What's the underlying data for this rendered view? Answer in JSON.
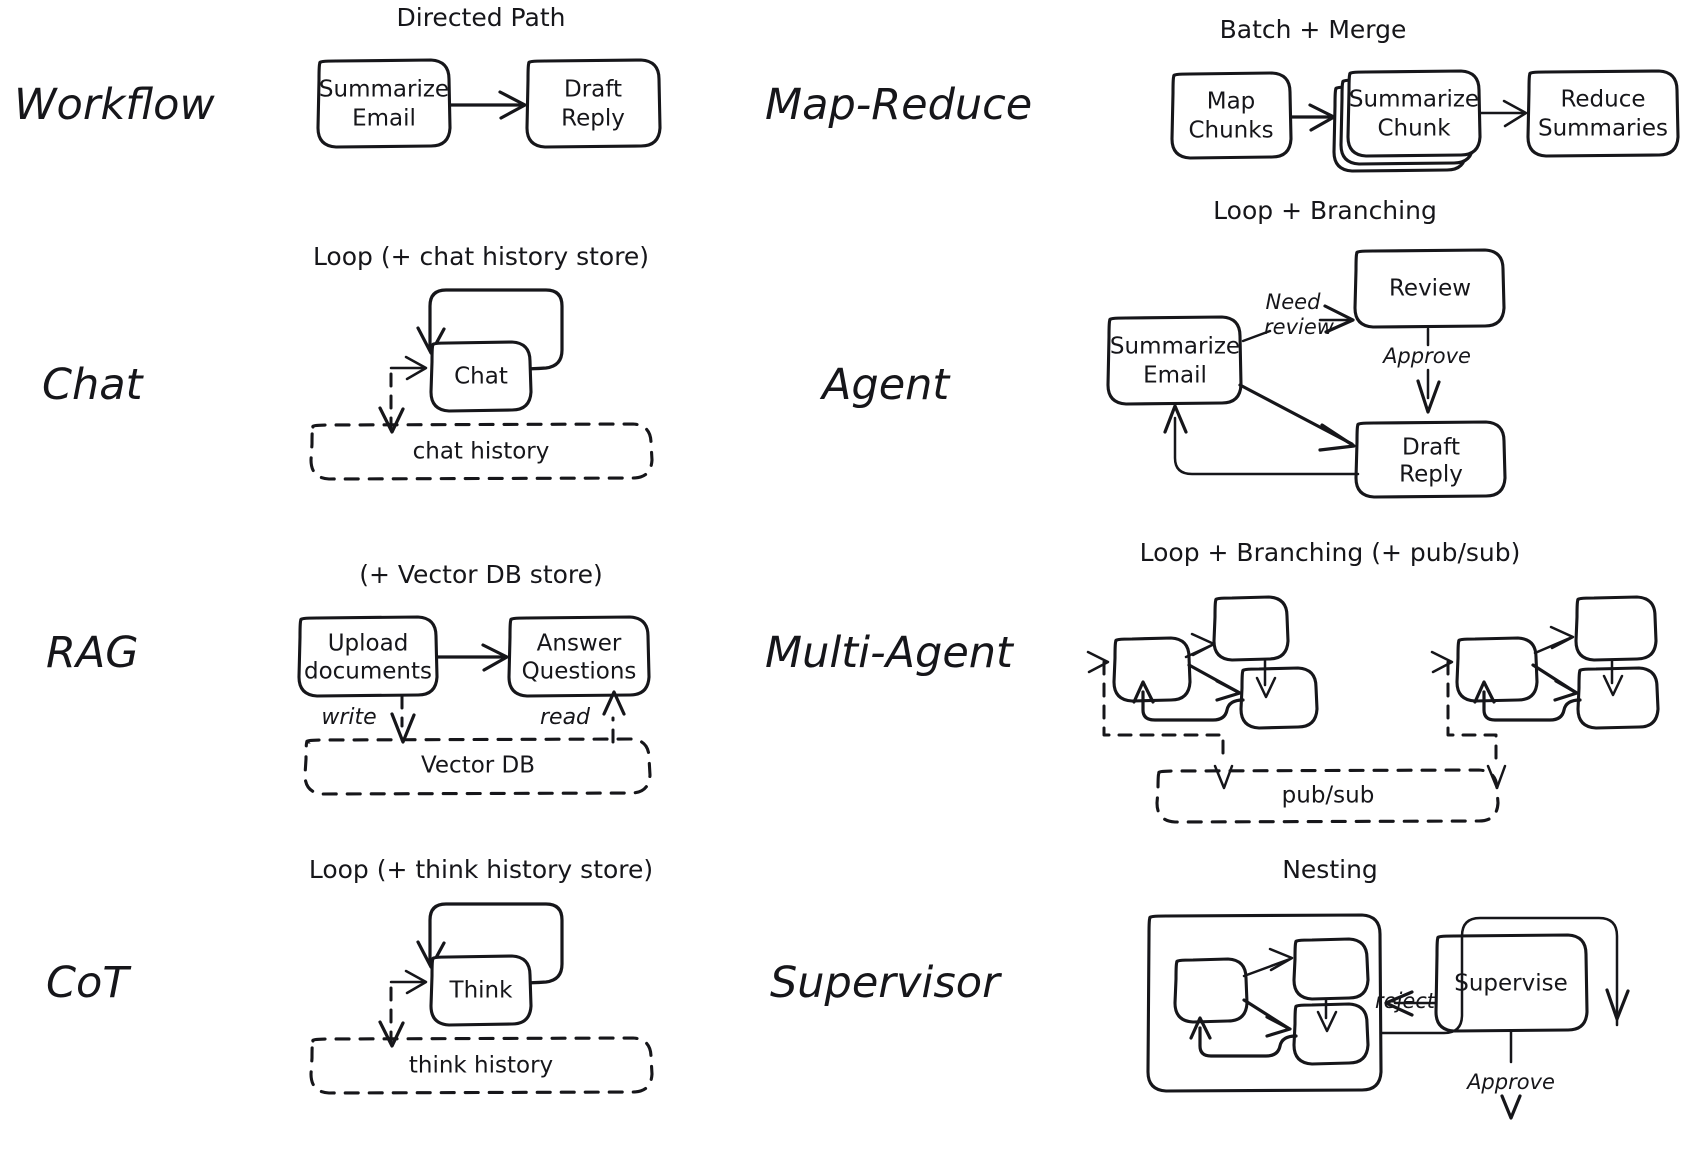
{
  "page": {
    "background": "#ffffff",
    "ink": "#16161a",
    "title_hidden": ""
  },
  "rows": [
    {
      "label": "Workflow",
      "right_label": "Map-Reduce",
      "left": {
        "caption": "Directed Path",
        "nodes": [
          "Summarize Email",
          "Draft Reply"
        ],
        "edges": [
          {
            "from": "Summarize Email",
            "to": "Draft Reply",
            "label": ""
          }
        ],
        "stores": []
      },
      "right": {
        "caption": "Batch + Merge",
        "nodes": [
          "Map Chunks",
          "Summarize Chunk",
          "Reduce Summaries"
        ],
        "edges": [
          {
            "from": "Map Chunks",
            "to": "Summarize Chunk",
            "label": ""
          },
          {
            "from": "Summarize Chunk",
            "to": "Reduce Summaries",
            "label": ""
          }
        ],
        "stores": [],
        "stacked_node": "Summarize Chunk"
      }
    },
    {
      "label": "Chat",
      "right_label": "Agent",
      "left": {
        "caption": "Loop (+ chat history store)",
        "nodes": [
          "Chat"
        ],
        "edges": [
          {
            "from": "Chat",
            "to": "Chat",
            "label": ""
          }
        ],
        "stores": [
          "chat history"
        ]
      },
      "right": {
        "caption": "Loop + Branching",
        "nodes": [
          "Summarize Email",
          "Review",
          "Draft Reply"
        ],
        "edges": [
          {
            "from": "Summarize Email",
            "to": "Review",
            "label": "Need review"
          },
          {
            "from": "Review",
            "to": "Draft Reply",
            "label": "Approve"
          },
          {
            "from": "Summarize Email",
            "to": "Draft Reply",
            "label": ""
          },
          {
            "from": "Draft Reply",
            "to": "Summarize Email",
            "label": ""
          }
        ],
        "stores": []
      }
    },
    {
      "label": "RAG",
      "right_label": "Multi-Agent",
      "left": {
        "caption": "(+ Vector DB store)",
        "nodes": [
          "Upload documents",
          "Answer Questions"
        ],
        "edges": [
          {
            "from": "Upload documents",
            "to": "Answer Questions",
            "label": ""
          },
          {
            "from": "Upload documents",
            "to": "Vector DB",
            "label": "write"
          },
          {
            "from": "Vector DB",
            "to": "Answer Questions",
            "label": "read"
          }
        ],
        "stores": [
          "Vector DB"
        ]
      },
      "right": {
        "caption": "Loop + Branching (+ pub/sub)",
        "nodes": [
          "",
          "",
          "",
          "",
          "",
          ""
        ],
        "edges": [],
        "stores": [
          "pub/sub"
        ]
      }
    },
    {
      "label": "CoT",
      "right_label": "Supervisor",
      "left": {
        "caption": "Loop (+ think history store)",
        "nodes": [
          "Think"
        ],
        "edges": [
          {
            "from": "Think",
            "to": "Think",
            "label": ""
          }
        ],
        "stores": [
          "think history"
        ]
      },
      "right": {
        "caption": "Nesting",
        "nodes": [
          "Supervise"
        ],
        "edges": [
          {
            "from": "group",
            "to": "Supervise",
            "label": ""
          },
          {
            "from": "Supervise",
            "to": "group",
            "label": "reject"
          },
          {
            "from": "Supervise",
            "to": "out",
            "label": "Approve"
          }
        ],
        "stores": []
      }
    }
  ],
  "labels": {
    "workflow": "Workflow",
    "chat": "Chat",
    "rag": "RAG",
    "cot": "CoT",
    "map_reduce": "Map-Reduce",
    "agent": "Agent",
    "multi_agent": "Multi-Agent",
    "supervisor": "Supervisor"
  },
  "captions": {
    "directed_path": "Directed Path",
    "batch_merge": "Batch + Merge",
    "loop_chat": "Loop (+ chat history store)",
    "loop_branching": "Loop + Branching",
    "vector_db_store": "(+ Vector DB store)",
    "loop_branching_pubsub": "Loop + Branching (+ pub/sub)",
    "loop_think": "Loop (+ think history store)",
    "nesting": "Nesting"
  },
  "nodes": {
    "summarize_email": "Summarize\nEmail",
    "summarize_email_l1": "Summarize",
    "summarize_email_l2": "Email",
    "draft_reply_l1": "Draft",
    "draft_reply_l2": "Reply",
    "map_chunks_l1": "Map",
    "map_chunks_l2": "Chunks",
    "summarize_chunk_l1": "Summarize",
    "summarize_chunk_l2": "Chunk",
    "reduce_summaries_l1": "Reduce",
    "reduce_summaries_l2": "Summaries",
    "chat": "Chat",
    "think": "Think",
    "review": "Review",
    "upload_l1": "Upload",
    "upload_l2": "documents",
    "answer_l1": "Answer",
    "answer_l2": "Questions",
    "supervise": "Supervise"
  },
  "stores": {
    "chat_history": "chat history",
    "vector_db": "Vector DB",
    "think_history": "think history",
    "pub_sub": "pub/sub"
  },
  "edge_labels": {
    "need": "Need",
    "review": "review",
    "approve": "Approve",
    "write": "write",
    "read": "read",
    "reject": "reject",
    "approve2": "Approve"
  }
}
